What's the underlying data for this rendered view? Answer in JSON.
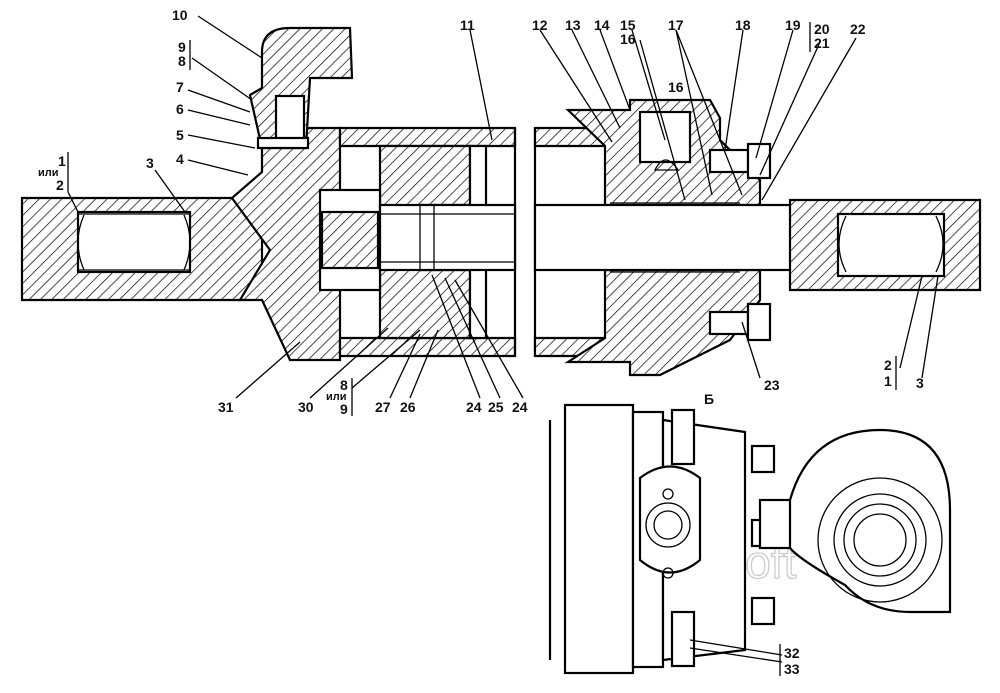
{
  "labels_top": [
    "10",
    "11",
    "12",
    "13",
    "14",
    "15",
    "16",
    "16",
    "17",
    "18",
    "19",
    "20",
    "21",
    "22"
  ],
  "labels_left": [
    "9",
    "8",
    "7",
    "6",
    "5",
    "4",
    "1",
    "или",
    "2",
    "3"
  ],
  "labels_bottom": [
    "31",
    "30",
    "8",
    "или",
    "9",
    "27",
    "26",
    "24",
    "25",
    "24",
    "23"
  ],
  "labels_right": [
    "2",
    "1",
    "3"
  ],
  "view_label": "Б",
  "labels_view_b": [
    "32",
    "33"
  ],
  "watermark": "AutoSoft"
}
